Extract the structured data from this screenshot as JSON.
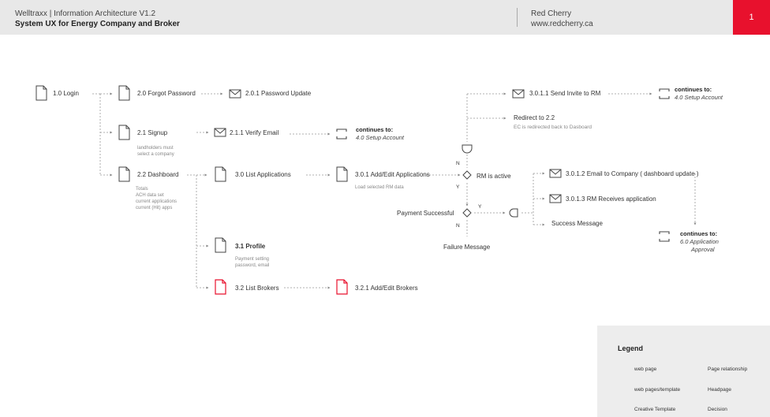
{
  "header": {
    "title": "Welltraxx | Information Architecture V1.2",
    "subtitle": "System UX for Energy Company and Broker",
    "company": "Red Cherry",
    "url": "www.redcherry.ca",
    "page_number": "1"
  },
  "colors": {
    "accent": "#e8112d",
    "header_bg": "#e8e8e8",
    "legend_bg": "#ededed",
    "line": "#9a9a9a"
  },
  "nodes": {
    "login": "1.0 Login",
    "forgot_password": "2.0 Forgot Password",
    "password_update": "2.0.1 Password Update",
    "signup": "2.1 Signup",
    "signup_note": [
      "landholders must",
      "select a company"
    ],
    "verify_email": "2.1.1 Verify Email",
    "dashboard": "2.2 Dashboard",
    "dashboard_note": [
      "Totals",
      "ACH data set",
      "current applications",
      "current (Hit) apps"
    ],
    "list_applications": "3.0 List Applications",
    "add_edit_applications": "3.0.1 Add/Edit Applications",
    "add_edit_note": "Load selected RM data",
    "send_invite": "3.0.1.1 Send Invite to RM",
    "redirect": "Redirect to 2.2",
    "redirect_note": "EC is redirected back to Dasboard",
    "rm_active": "RM is active",
    "payment_successful": "Payment Successful",
    "failure_message": "Failure Message",
    "email_company": "3.0.1.2 Email to Company ( dashboard update )",
    "rm_receives": "3.0.1.3 RM Receives application",
    "success_message": "Success Message",
    "profile": "3.1 Profile",
    "profile_note": [
      "Payment setting",
      "password, email"
    ],
    "list_brokers": "3.2 List Brokers",
    "add_edit_brokers": "3.2.1 Add/Edit Brokers"
  },
  "decision_labels": {
    "no": "N",
    "yes": "Y"
  },
  "continues": [
    {
      "title": "continues to:",
      "target": "4.0 Setup Account"
    },
    {
      "title": "continues to:",
      "target": "4.0 Setup Account"
    },
    {
      "title": "continues to:",
      "target_lines": [
        "6.0 Application",
        "Approval"
      ]
    }
  ],
  "legend": {
    "title": "Legend",
    "web_page": "web page",
    "web_pages_template": "web pages/template",
    "creative_template": "Creative Template",
    "page_relationship": "Page relationship",
    "headpage": "Headpage",
    "decision": "Decision"
  }
}
